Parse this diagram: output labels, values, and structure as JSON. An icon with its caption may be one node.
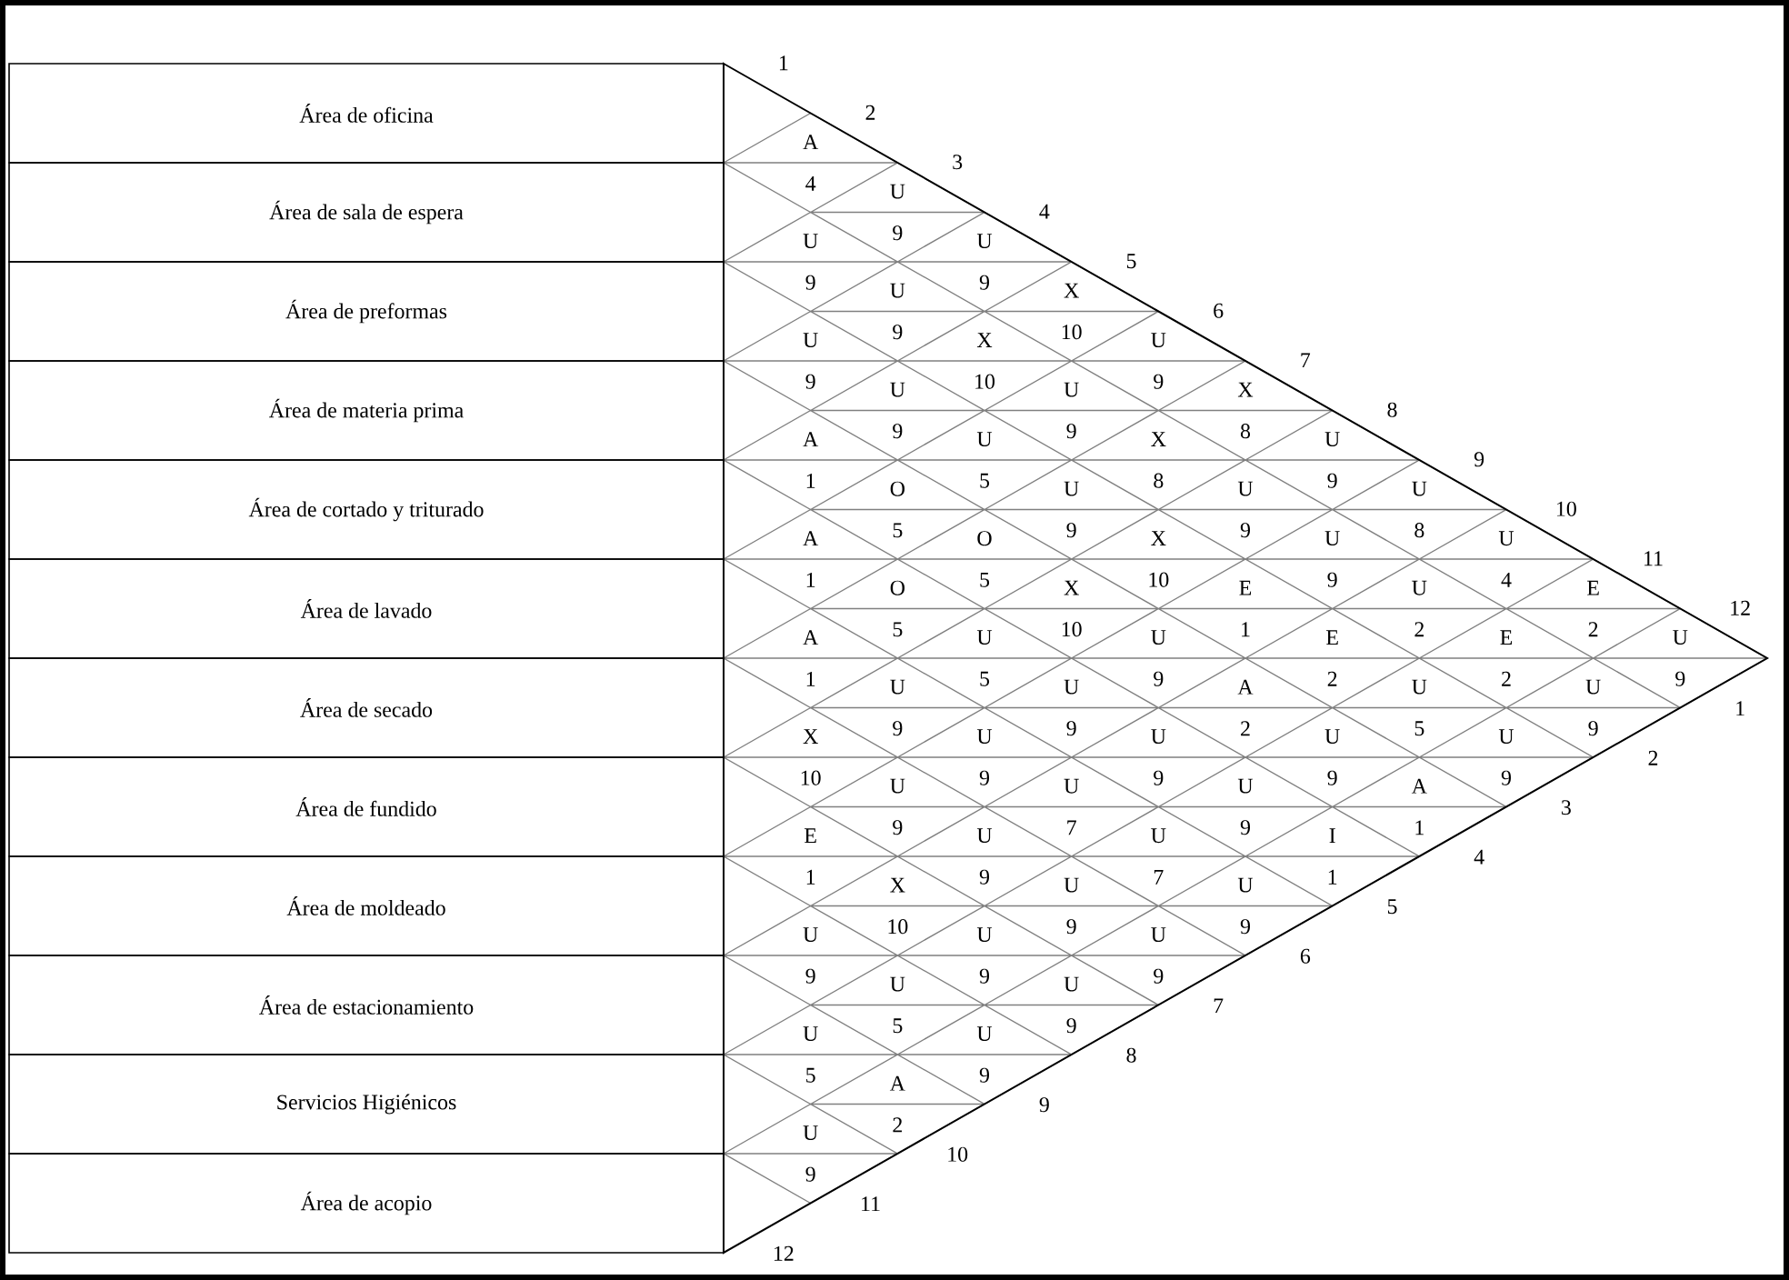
{
  "diagram": {
    "nodes": [
      {
        "text": [
          "Área de oficina"
        ]
      },
      {
        "text": [
          "Área de sala de espera"
        ]
      },
      {
        "text": [
          "Área de preformas"
        ]
      },
      {
        "text": [
          "Área de materia prima"
        ]
      },
      {
        "text": [
          "Área de cortado y triturado"
        ]
      },
      {
        "text": [
          "Área de lavado"
        ]
      },
      {
        "text": [
          "Área de secado"
        ]
      },
      {
        "text": [
          "Área de fundido"
        ]
      },
      {
        "text": [
          "Área de moldeado"
        ]
      },
      {
        "text": [
          "Área de estacionamiento"
        ]
      },
      {
        "text": [
          "Servicios Higiénicos"
        ]
      },
      {
        "text": [
          "Área de acopio"
        ]
      },
      {
        "text": [
          "A",
          "4"
        ]
      },
      {
        "text": [
          "U",
          "9"
        ]
      },
      {
        "text": [
          "U",
          "9"
        ]
      },
      {
        "text": [
          "X",
          "10"
        ]
      },
      {
        "text": [
          "U",
          "9"
        ]
      },
      {
        "text": [
          "X",
          "8"
        ]
      },
      {
        "text": [
          "U",
          "9"
        ]
      },
      {
        "text": [
          "U",
          "8"
        ]
      },
      {
        "text": [
          "U",
          "4"
        ]
      },
      {
        "text": [
          "E",
          "2"
        ]
      },
      {
        "text": [
          "U",
          "9"
        ]
      },
      {
        "text": [
          "U",
          "9"
        ]
      },
      {
        "text": [
          "U",
          "9"
        ]
      },
      {
        "text": [
          "X",
          "10"
        ]
      },
      {
        "text": [
          "U",
          "9"
        ]
      },
      {
        "text": [
          "X",
          "8"
        ]
      },
      {
        "text": [
          "U",
          "9"
        ]
      },
      {
        "text": [
          "U",
          "9"
        ]
      },
      {
        "text": [
          "U",
          "2"
        ]
      },
      {
        "text": [
          "E",
          "2"
        ]
      },
      {
        "text": [
          "U",
          "9"
        ]
      },
      {
        "text": [
          "U",
          "9"
        ]
      },
      {
        "text": [
          "U",
          "9"
        ]
      },
      {
        "text": [
          "U",
          "5"
        ]
      },
      {
        "text": [
          "U",
          "9"
        ]
      },
      {
        "text": [
          "X",
          "10"
        ]
      },
      {
        "text": [
          "E",
          "1"
        ]
      },
      {
        "text": [
          "E",
          "2"
        ]
      },
      {
        "text": [
          "U",
          "5"
        ]
      },
      {
        "text": [
          "U",
          "9"
        ]
      },
      {
        "text": [
          "A",
          "1"
        ]
      },
      {
        "text": [
          "O",
          "5"
        ]
      },
      {
        "text": [
          "O",
          "5"
        ]
      },
      {
        "text": [
          "X",
          "10"
        ]
      },
      {
        "text": [
          "U",
          "9"
        ]
      },
      {
        "text": [
          "A",
          "2"
        ]
      },
      {
        "text": [
          "U",
          "9"
        ]
      },
      {
        "text": [
          "A",
          "1"
        ]
      },
      {
        "text": [
          "A",
          "1"
        ]
      },
      {
        "text": [
          "O",
          "5"
        ]
      },
      {
        "text": [
          "U",
          "5"
        ]
      },
      {
        "text": [
          "U",
          "9"
        ]
      },
      {
        "text": [
          "U",
          "9"
        ]
      },
      {
        "text": [
          "U",
          "9"
        ]
      },
      {
        "text": [
          "I",
          "1"
        ]
      },
      {
        "text": [
          "A",
          "1"
        ]
      },
      {
        "text": [
          "U",
          "9"
        ]
      },
      {
        "text": [
          "U",
          "9"
        ]
      },
      {
        "text": [
          "U",
          "7"
        ]
      },
      {
        "text": [
          "U",
          "7"
        ]
      },
      {
        "text": [
          "U",
          "9"
        ]
      },
      {
        "text": [
          "X",
          "10"
        ]
      },
      {
        "text": [
          "U",
          "9"
        ]
      },
      {
        "text": [
          "U",
          "9"
        ]
      },
      {
        "text": [
          "U",
          "9"
        ]
      },
      {
        "text": [
          "U",
          "9"
        ]
      },
      {
        "text": [
          "E",
          "1"
        ]
      },
      {
        "text": [
          "X",
          "10"
        ]
      },
      {
        "text": [
          "U",
          "9"
        ]
      },
      {
        "text": [
          "U",
          "9"
        ]
      },
      {
        "text": [
          "U",
          "9"
        ]
      },
      {
        "text": [
          "U",
          "5"
        ]
      },
      {
        "text": [
          "U",
          "9"
        ]
      },
      {
        "text": [
          "U",
          "5"
        ]
      },
      {
        "text": [
          "A",
          "2"
        ]
      },
      {
        "text": [
          "U",
          "9"
        ]
      }
    ],
    "labels": [
      "1",
      "2",
      "3",
      "4",
      "5",
      "6",
      "7",
      "8",
      "9",
      "10",
      "11",
      "12",
      "1",
      "2",
      "3",
      "4",
      "5",
      "6",
      "7",
      "8",
      "9",
      "10",
      "11",
      "12"
    ]
  }
}
